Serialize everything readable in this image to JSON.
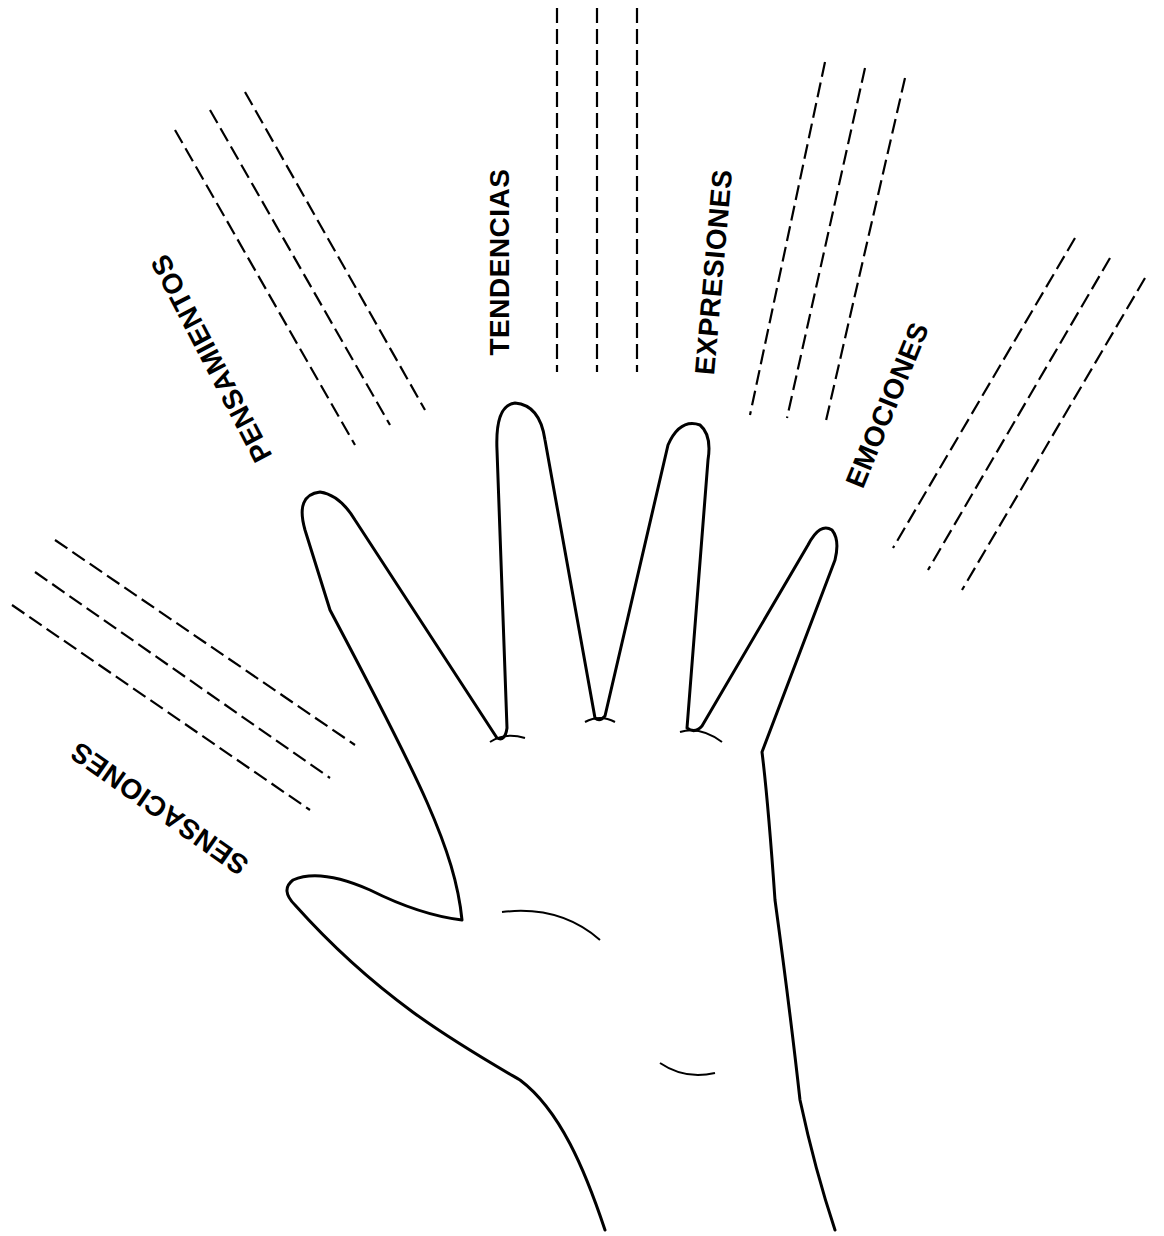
{
  "diagram": {
    "labels": [
      "SENSACIONES",
      "PENSAMIENTOS",
      "TENDENCIAS",
      "EXPRESIONES",
      "EMOCIONES"
    ]
  }
}
